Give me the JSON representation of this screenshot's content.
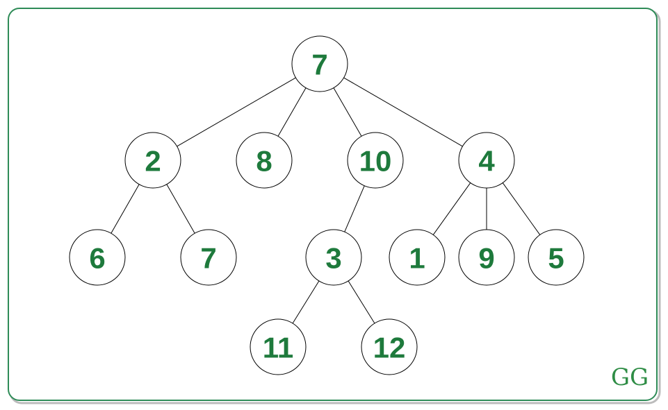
{
  "colors": {
    "frame": "#2e8b57",
    "node_text": "#1e7a3c",
    "node_stroke": "#000000",
    "edge": "#000000",
    "logo": "#2f8d46"
  },
  "logo": {
    "icon": "geeksforgeeks-logo-icon",
    "text": "GG"
  },
  "tree": {
    "nodes": [
      {
        "id": "n0",
        "value": "7"
      },
      {
        "id": "n1",
        "value": "2"
      },
      {
        "id": "n2",
        "value": "8"
      },
      {
        "id": "n3",
        "value": "10"
      },
      {
        "id": "n4",
        "value": "4"
      },
      {
        "id": "n5",
        "value": "6"
      },
      {
        "id": "n6",
        "value": "7"
      },
      {
        "id": "n7",
        "value": "3"
      },
      {
        "id": "n8",
        "value": "1"
      },
      {
        "id": "n9",
        "value": "9"
      },
      {
        "id": "n10",
        "value": "5"
      },
      {
        "id": "n11",
        "value": "11"
      },
      {
        "id": "n12",
        "value": "12"
      }
    ],
    "edges": [
      {
        "from": "n0",
        "to": "n1"
      },
      {
        "from": "n0",
        "to": "n2"
      },
      {
        "from": "n0",
        "to": "n3"
      },
      {
        "from": "n0",
        "to": "n4"
      },
      {
        "from": "n1",
        "to": "n5"
      },
      {
        "from": "n1",
        "to": "n6"
      },
      {
        "from": "n3",
        "to": "n7"
      },
      {
        "from": "n4",
        "to": "n8"
      },
      {
        "from": "n4",
        "to": "n9"
      },
      {
        "from": "n4",
        "to": "n10"
      },
      {
        "from": "n7",
        "to": "n11"
      },
      {
        "from": "n7",
        "to": "n12"
      }
    ]
  }
}
